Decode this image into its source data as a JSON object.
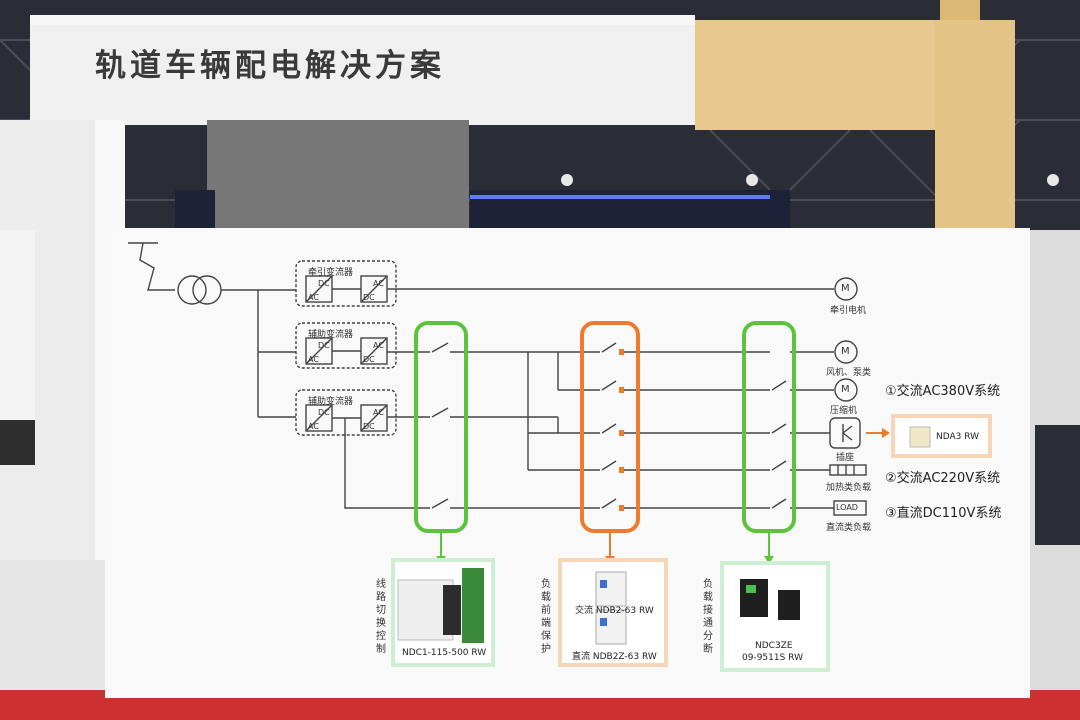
{
  "title": "轨道车辆配电解决方案",
  "converters": [
    {
      "name": "牵引变流器",
      "stage1": [
        "DC",
        "AC"
      ],
      "stage2": [
        "AC",
        "DC"
      ]
    },
    {
      "name": "辅助变流器",
      "stage1": [
        "DC",
        "AC"
      ],
      "stage2": [
        "AC",
        "DC"
      ]
    },
    {
      "name": "辅助变流器",
      "stage1": [
        "DC",
        "AC"
      ],
      "stage2": [
        "AC",
        "DC"
      ]
    }
  ],
  "loads": {
    "traction_motor": {
      "symbol": "M",
      "label": "牵引电机"
    },
    "fan_pump": {
      "symbol": "M",
      "label": "风机、泵类"
    },
    "compressor": {
      "symbol": "M",
      "label": "压缩机"
    },
    "socket": {
      "label": "插座"
    },
    "heater": {
      "label": "加热类负载"
    },
    "dc_load": {
      "symbol": "LOAD",
      "label": "直流类负载"
    }
  },
  "systems": {
    "ac380": "①交流AC380V系统",
    "ac220": "②交流AC220V系统",
    "dc110": "③直流DC110V系统"
  },
  "products": {
    "switching": {
      "desc": "线路切换控制",
      "model": "NDC1-115-500 RW"
    },
    "protection": {
      "desc": "负载前端保护",
      "model_ac": "交流 NDB2-63 RW",
      "model_dc": "直流 NDB2Z-63 RW"
    },
    "connection": {
      "desc": "负载接通分断",
      "model_line1": "NDC3ZE",
      "model_line2": "09-9511S RW"
    },
    "socket_product": {
      "model": "NDA3 RW"
    }
  },
  "colors": {
    "green": "#5cc43b",
    "orange": "#ee7b2d",
    "line": "#444444"
  }
}
